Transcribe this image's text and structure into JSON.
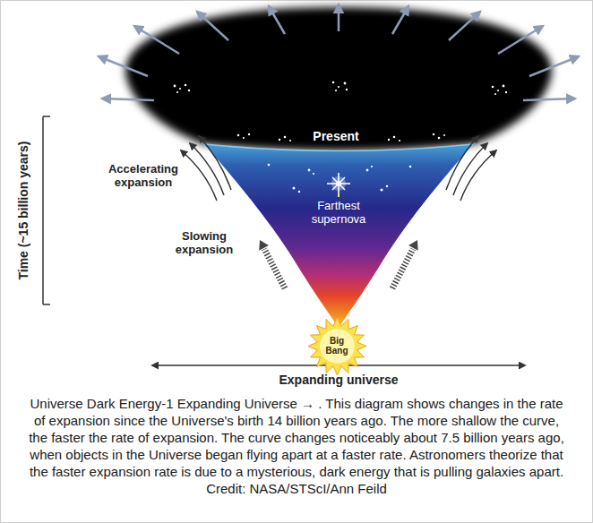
{
  "diagram": {
    "caption": "Universe Dark Energy-1 Expanding Universe → . This diagram shows changes in the rate of expansion since the Universe's birth 14 billion years ago. The more shallow the curve, the faster the rate of expansion. The curve changes noticeably about 7.5 billion years ago, when objects in the Universe began flying apart at a faster rate. Astronomers theorize that the faster expansion rate is due to a mysterious, dark energy that is pulling galaxies apart. Credit: NASA/STScI/Ann Feild",
    "nodes": [
      {
        "text": [
          "Big Bang"
        ]
      }
    ],
    "labels": [
      "Present",
      "Accelerating expansion",
      "Farthest supernova",
      "Slowing expansion",
      "Time (~15 billion years)",
      "Expanding universe"
    ]
  }
}
